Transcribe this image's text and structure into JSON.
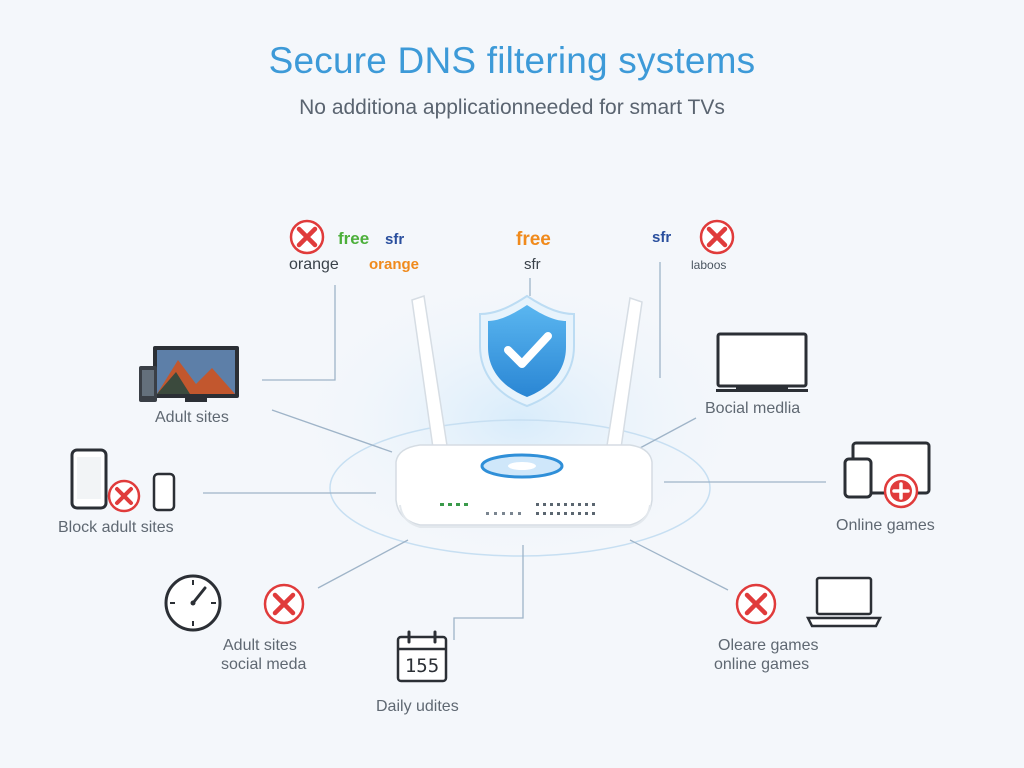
{
  "header": {
    "title": "Secure DNS filtering systems",
    "subtitle": "No additiona applicationneeded for smart TVs"
  },
  "brands": {
    "left_free": "free",
    "left_sfr": "sfr",
    "left_orange": "orange",
    "left_orange_colored": "orange",
    "center_free": "free",
    "center_sfr": "sfr",
    "right_sfr": "sfr",
    "right_other": "laboos"
  },
  "nodes": {
    "tv": "Adult sites",
    "phone": "Block adult sites",
    "clock_line1": "Adult sites",
    "clock_line2": "social meda",
    "calendar_label": "Daily udites",
    "calendar_number": "155",
    "monitor": "Bocial medlia",
    "tablet": "Online games",
    "laptop_line1": "Oleare games",
    "laptop_line2": "online games"
  },
  "colors": {
    "accent_blue": "#3d9ad8",
    "block_red": "#e03b3b",
    "free_green": "#4caf3a",
    "orange_brand": "#f08a1c",
    "sfr_blue": "#2a4f9e",
    "connector": "#9fb4c8"
  },
  "icons": [
    "x-icon",
    "shield-check-icon",
    "router-icon",
    "tv-icon",
    "phone-icon",
    "clock-icon",
    "calendar-icon",
    "monitor-icon",
    "tablet-icon",
    "laptop-icon",
    "plus-icon"
  ]
}
